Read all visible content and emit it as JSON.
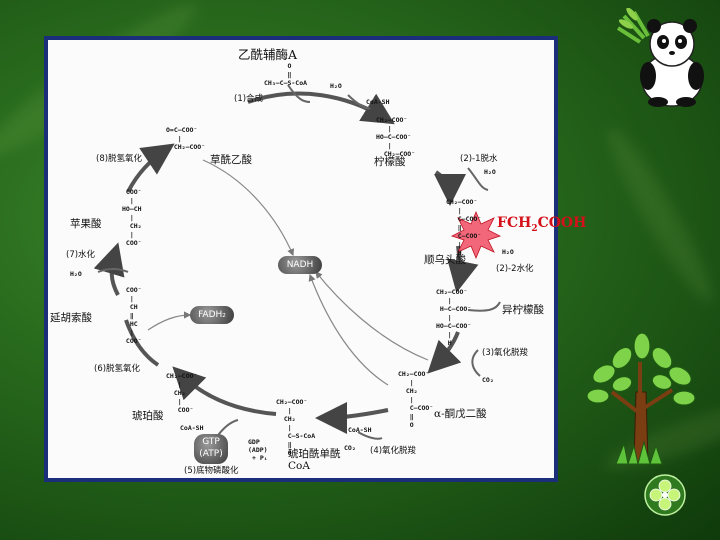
{
  "title": "乙酰辅酶A",
  "compounds": {
    "acetyl_coa_formula": "CH₃—C—S-CoA",
    "oxaloacetate": "草酰乙酸",
    "citrate": "柠檬酸",
    "cis_aconitate": "顺乌头酸",
    "isocitrate": "异柠檬酸",
    "alpha_ketoglutarate": "α-酮戊二酸",
    "succinyl_coa": "琥珀酰单酰CoA",
    "succinate": "琥珀酸",
    "fumarate": "延胡索酸",
    "malate": "苹果酸"
  },
  "steps": {
    "s1": "(1)合成",
    "s2": "(2)-1脱水",
    "s2b": "(2)-2水化",
    "s3": "(3)氧化脱羧",
    "s4": "(4)氧化脱羧",
    "s5": "(5)底物磷酸化",
    "s6": "(6)脱氢氧化",
    "s7": "(7)水化",
    "s8": "(8)脱氢氧化"
  },
  "cofactors": {
    "h2o": "H₂O",
    "coa_sh": "CoA-SH",
    "co2": "CO₂",
    "nadh": "NADH",
    "fadh2": "FADH₂",
    "gtp": "GTP",
    "atp": "(ATP)",
    "gdp": "GDP",
    "adp": "(ADP)",
    "pi": "+ Pᵢ"
  },
  "inhibitor": {
    "label": "FCH2COOH",
    "color": "#d4101a"
  },
  "colors": {
    "panel_border": "#1a2e7a",
    "arrow": "#555555"
  },
  "decor": [
    "panda-icon",
    "tree-icon",
    "clover-icon"
  ]
}
